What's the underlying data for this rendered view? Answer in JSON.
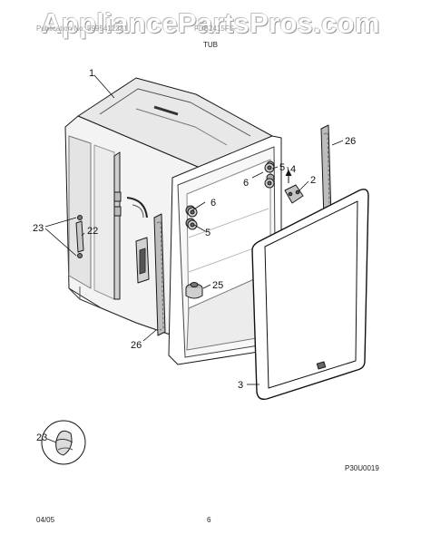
{
  "watermark": "AppliancePartsPros.com",
  "header": {
    "left_text": "Publication No: 5995412231",
    "model_text": "FDB2415FS",
    "section_title": "TUB"
  },
  "callouts": {
    "tub": "1",
    "hinge_bracket": "2",
    "door_gasket": "3",
    "arrow_mark": "4",
    "nut_upper": "5",
    "nut_lower": "5",
    "screw_upper": "6",
    "screw_lower": "6",
    "strike_clip": "22",
    "clip_upper": "23",
    "clip_inset": "23",
    "vent_nut": "25",
    "side_strip_right": "26",
    "side_strip_left": "26"
  },
  "figure_code": "P30U0019",
  "footer": {
    "date": "04/05",
    "page": "6"
  },
  "colors": {
    "line": "#1a1a1a",
    "shade": "#d9d9d9",
    "light_shade": "#efefef",
    "strip": "#bdbdbd"
  }
}
